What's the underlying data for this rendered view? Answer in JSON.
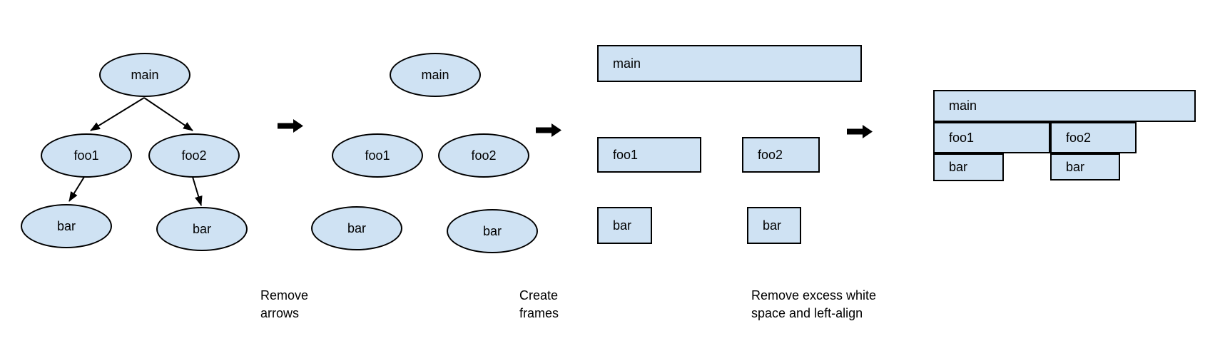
{
  "colors": {
    "background": "#ffffff",
    "node_fill": "#cfe2f3",
    "node_border": "#000000",
    "arrow": "#000000",
    "text": "#000000"
  },
  "panels": [
    {
      "name": "call-tree-with-arrows",
      "shape": "ellipse",
      "nodes": [
        {
          "id": "main",
          "label": "main"
        },
        {
          "id": "foo1",
          "label": "foo1"
        },
        {
          "id": "foo2",
          "label": "foo2"
        },
        {
          "id": "bar-left",
          "label": "bar"
        },
        {
          "id": "bar-right",
          "label": "bar"
        }
      ],
      "edges": [
        {
          "from": "main",
          "to": "foo1"
        },
        {
          "from": "main",
          "to": "foo2"
        },
        {
          "from": "foo1",
          "to": "bar-left"
        },
        {
          "from": "foo2",
          "to": "bar-right"
        }
      ]
    },
    {
      "name": "call-tree-no-arrows",
      "shape": "ellipse",
      "nodes": [
        {
          "id": "main",
          "label": "main"
        },
        {
          "id": "foo1",
          "label": "foo1"
        },
        {
          "id": "foo2",
          "label": "foo2"
        },
        {
          "id": "bar-left",
          "label": "bar"
        },
        {
          "id": "bar-right",
          "label": "bar"
        }
      ],
      "edges": []
    },
    {
      "name": "frames",
      "shape": "rect",
      "nodes": [
        {
          "id": "main",
          "label": "main"
        },
        {
          "id": "foo1",
          "label": "foo1"
        },
        {
          "id": "foo2",
          "label": "foo2"
        },
        {
          "id": "bar-left",
          "label": "bar"
        },
        {
          "id": "bar-right",
          "label": "bar"
        }
      ],
      "edges": []
    },
    {
      "name": "flame-graph",
      "shape": "rect",
      "nodes": [
        {
          "id": "main",
          "label": "main"
        },
        {
          "id": "foo1",
          "label": "foo1"
        },
        {
          "id": "foo2",
          "label": "foo2"
        },
        {
          "id": "bar-left",
          "label": "bar"
        },
        {
          "id": "bar-right",
          "label": "bar"
        }
      ],
      "edges": []
    }
  ],
  "step_labels": [
    {
      "text": "Remove\narrows"
    },
    {
      "text": "Create\nframes"
    },
    {
      "text": "Remove excess white\nspace and left-align"
    }
  ]
}
